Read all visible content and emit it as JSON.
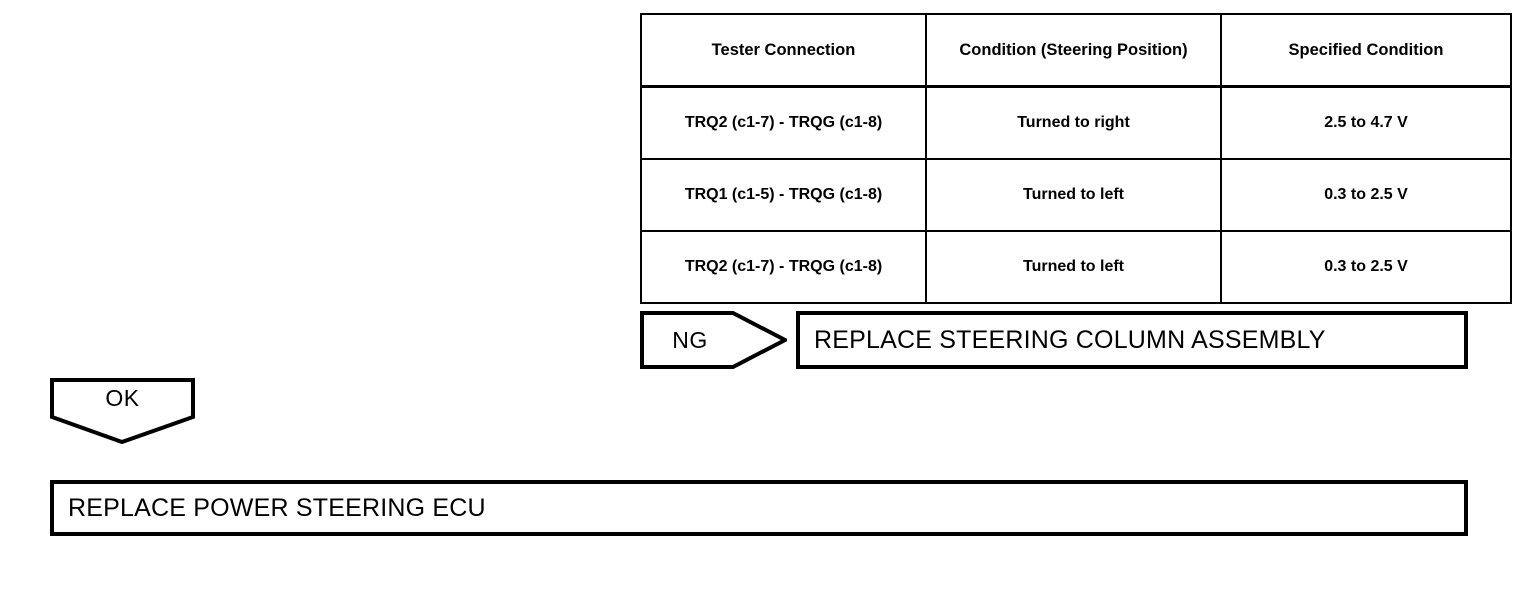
{
  "table": {
    "headers": [
      "Tester Connection",
      "Condition (Steering Position)",
      "Specified Condition"
    ],
    "rows": [
      {
        "connection": "TRQ2 (c1-7) - TRQG (c1-8)",
        "condition": "Turned to right",
        "specified": "2.5 to 4.7 V"
      },
      {
        "connection": "TRQ1 (c1-5) - TRQG (c1-8)",
        "condition": "Turned to left",
        "specified": "0.3 to 2.5 V"
      },
      {
        "connection": "TRQ2 (c1-7) - TRQG (c1-8)",
        "condition": "Turned to left",
        "specified": "0.3 to 2.5 V"
      }
    ]
  },
  "flow": {
    "ng_branch": {
      "tag": "NG",
      "action": "REPLACE STEERING COLUMN ASSEMBLY"
    },
    "ok_branch": {
      "tag": "OK",
      "action": "REPLACE POWER STEERING ECU"
    }
  },
  "colors": {
    "ink": "#000000",
    "paper": "#ffffff"
  }
}
